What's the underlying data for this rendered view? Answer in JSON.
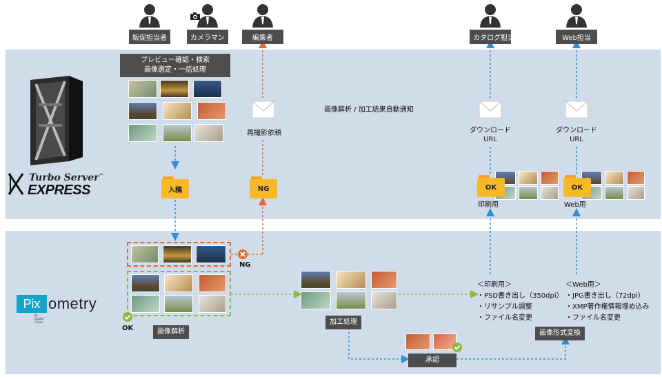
{
  "roles": {
    "sales": "販促担当者",
    "camera": "カメラマン",
    "editor": "編集者",
    "catalog": "カタログ担当",
    "web": "Web担当"
  },
  "top": {
    "preview_line1": "プレビュー確認・検索",
    "preview_line2": "画像選定・一括処理",
    "reshoot": "再撮影依頼",
    "notify": "画像解析 / 加工結果自動通知",
    "download1": "ダウンロード",
    "download2": "URL",
    "folder_in": "入稿",
    "folder_ng": "NG",
    "folder_ok": "OK",
    "print_label": "印刷用",
    "web_label": "Web用"
  },
  "logos": {
    "turbo_line1": "Turbo Server",
    "turbo_tm": "™",
    "turbo_line2": "EXPRESS",
    "pix_box": "Pix",
    "pix_rest": "ometry",
    "pix_sub": "By Digital Chaos"
  },
  "bottom": {
    "ng": "NG",
    "ok": "OK",
    "analysis": "画像解析",
    "processing": "加工処理",
    "approval": "承認",
    "convert": "画像形式変換",
    "print_spec": {
      "heading": "＜印刷用＞",
      "items": [
        "・PSD書き出し（350dpi）",
        "・リサンプル調整",
        "・ファイル名変更"
      ]
    },
    "web_spec": {
      "heading": "＜Web用＞",
      "items": [
        "・JPG書き出し（72dpi）",
        "・XMP著作権情報埋め込み",
        "・ファイル名変更"
      ]
    }
  },
  "colors": {
    "band": "#d0dcea",
    "blue_flow": "#2f8fd0",
    "orange_flow": "#e06a2c",
    "green_flow": "#8ab83a",
    "folder": "#f7b928",
    "label_bg": "#4d4d4d"
  }
}
